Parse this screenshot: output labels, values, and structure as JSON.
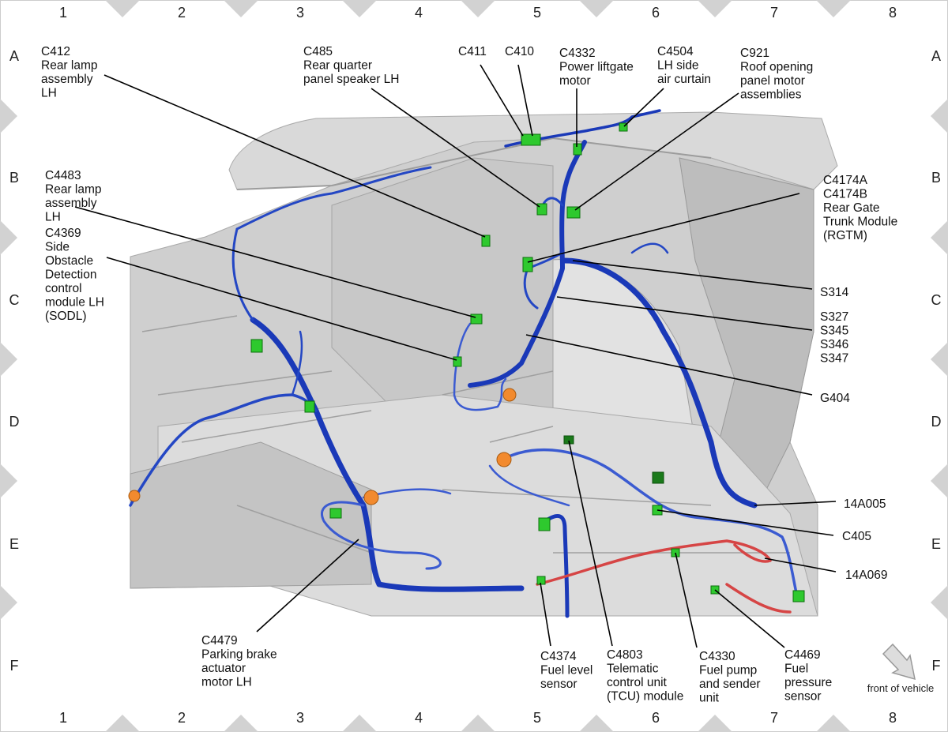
{
  "grid": {
    "columns": [
      "1",
      "2",
      "3",
      "4",
      "5",
      "6",
      "7",
      "8"
    ],
    "rows": [
      "A",
      "B",
      "C",
      "D",
      "E",
      "F"
    ]
  },
  "orientation_note": "front of vehicle",
  "labels": [
    {
      "id": "c412",
      "lines": [
        "C412",
        "Rear lamp",
        "assembly",
        "LH"
      ]
    },
    {
      "id": "c485",
      "lines": [
        "C485",
        "Rear quarter",
        "panel speaker LH"
      ]
    },
    {
      "id": "c411",
      "lines": [
        "C411"
      ]
    },
    {
      "id": "c410",
      "lines": [
        "C410"
      ]
    },
    {
      "id": "c4332",
      "lines": [
        "C4332",
        "Power liftgate",
        "motor"
      ]
    },
    {
      "id": "c4504",
      "lines": [
        "C4504",
        "LH side",
        "air curtain"
      ]
    },
    {
      "id": "c921",
      "lines": [
        "C921",
        "Roof opening",
        "panel motor",
        "assemblies"
      ]
    },
    {
      "id": "c4483",
      "lines": [
        "C4483",
        "Rear lamp",
        "assembly",
        "LH"
      ]
    },
    {
      "id": "c4369",
      "lines": [
        "C4369",
        "Side",
        "Obstacle",
        "Detection",
        "control",
        "module LH",
        "(SODL)"
      ]
    },
    {
      "id": "c4174",
      "lines": [
        "C4174A",
        "C4174B",
        "Rear Gate",
        "Trunk Module",
        "(RGTM)"
      ]
    },
    {
      "id": "s314",
      "lines": [
        "S314"
      ]
    },
    {
      "id": "s327",
      "lines": [
        "S327",
        "S345",
        "S346",
        "S347"
      ]
    },
    {
      "id": "g404",
      "lines": [
        "G404"
      ]
    },
    {
      "id": "n14a005",
      "lines": [
        "14A005"
      ]
    },
    {
      "id": "c405",
      "lines": [
        "C405"
      ]
    },
    {
      "id": "n14a069",
      "lines": [
        "14A069"
      ]
    },
    {
      "id": "c4479",
      "lines": [
        "C4479",
        "Parking brake",
        "actuator",
        "motor LH"
      ]
    },
    {
      "id": "c4374",
      "lines": [
        "C4374",
        "Fuel level",
        "sensor"
      ]
    },
    {
      "id": "c4803",
      "lines": [
        "C4803",
        "Telematic",
        "control unit",
        "(TCU) module"
      ]
    },
    {
      "id": "c4330",
      "lines": [
        "C4330",
        "Fuel pump",
        "and sender",
        "unit"
      ]
    },
    {
      "id": "c4469",
      "lines": [
        "C4469",
        "Fuel",
        "pressure",
        "sensor"
      ]
    }
  ]
}
